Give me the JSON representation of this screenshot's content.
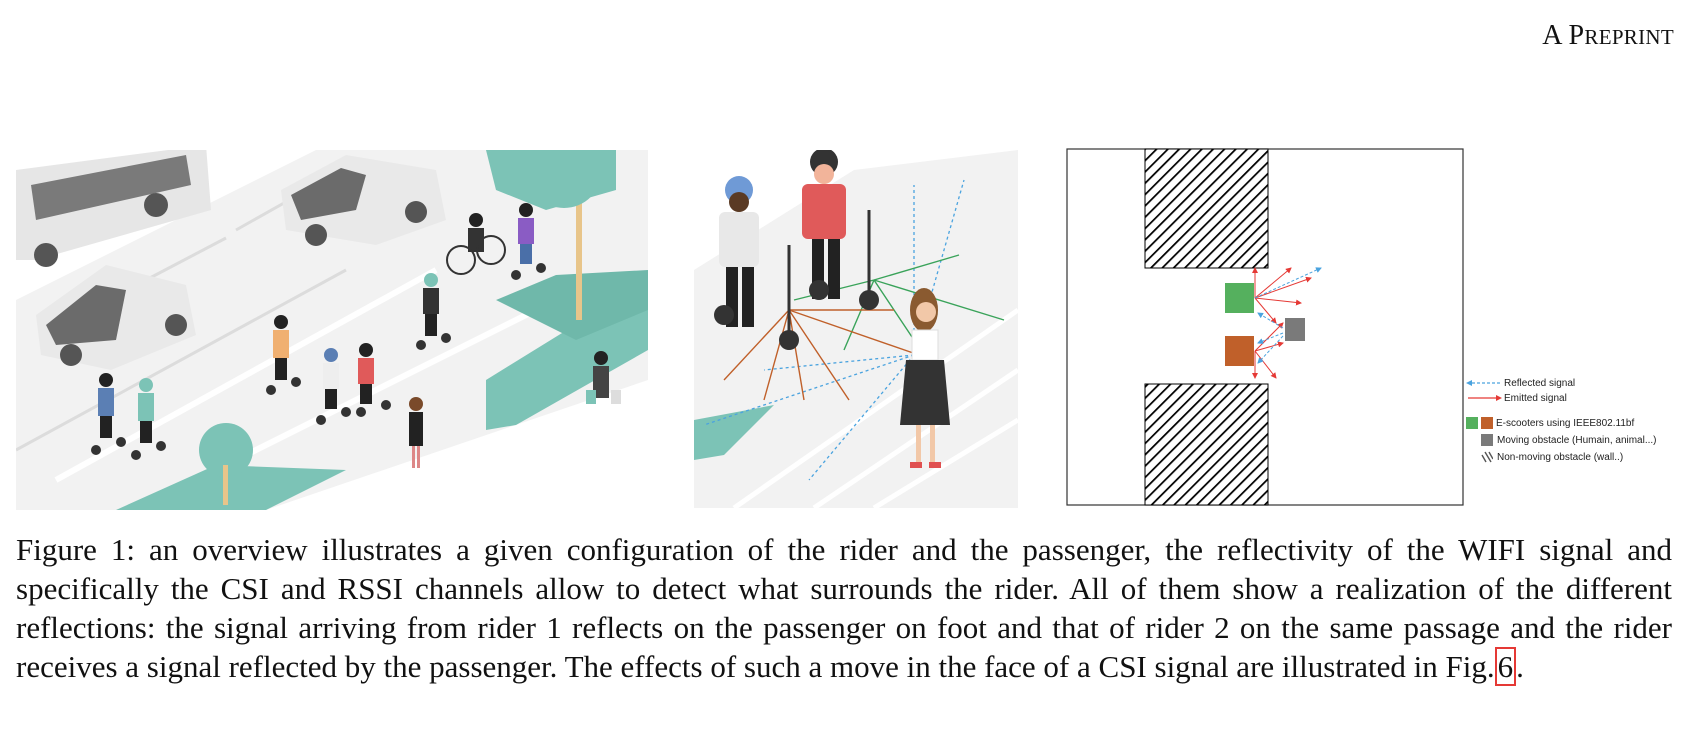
{
  "header": {
    "initial": "A P",
    "rest": "REPRINT"
  },
  "legend": {
    "reflected": "Reflected signal",
    "emitted": "Emitted signal",
    "escooters": "E-scooters using IEEE802.11bf",
    "moving": "Moving obstacle (Humain, animal...)",
    "nonmoving": "Non-moving obstacle (wall..)"
  },
  "colors": {
    "teal": "#7cc3b6",
    "scooter_green": "#55b05e",
    "scooter_orange": "#c0602a",
    "reflected_blue": "#4aa3df",
    "emitted_red": "#e53935",
    "obstacle_gray": "#7a7a7a"
  },
  "caption": {
    "text": "Figure 1: an overview illustrates a given configuration of the rider and the passenger, the reflectivity of the WIFI signal and specifically the CSI and RSSI channels allow to detect what surrounds the rider. All of them show a realization of the different reflections: the signal arriving from rider 1 reflects on the passenger on foot and that of rider 2 on the same passage and the rider receives a signal reflected by the passenger. The effects of such a move in the face of a CSI signal are illustrated in Fig.",
    "ref": "6",
    "end": "."
  }
}
